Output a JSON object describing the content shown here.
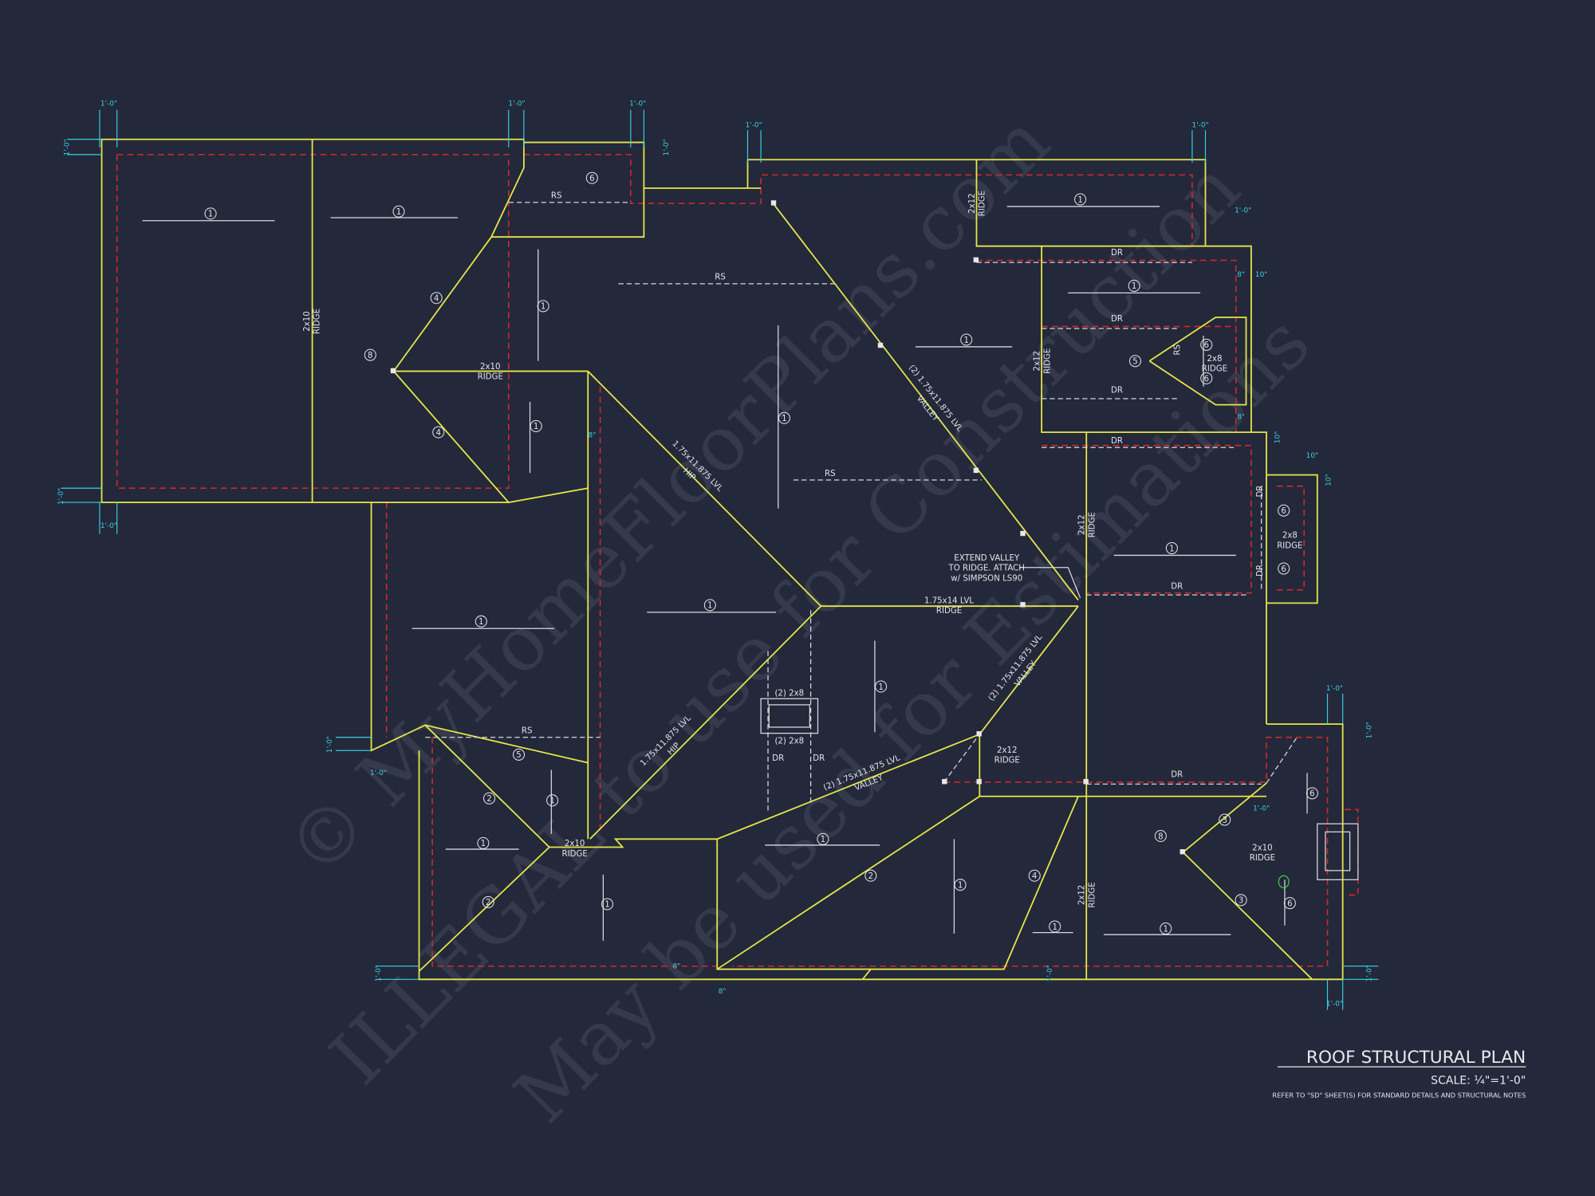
{
  "title": "ROOF STRUCTURAL PLAN",
  "scale": "SCALE: ¼\"=1'-0\"",
  "note": "REFER TO \"SD\" SHEET(S) FOR STANDARD DETAILS AND STRUCTURAL NOTES",
  "watermark": [
    "© MyHomeFloorPlans.com",
    "ILLEGAL to use for Construction",
    "May be used for Estimations"
  ],
  "colors": {
    "background": "#23283a",
    "framing": "#e6e64a",
    "bearing": "#d42a2a",
    "dimension": "#35d4e4"
  },
  "dims": {
    "one_foot": "1'-0\"",
    "eight": "8\"",
    "ten": "10\""
  },
  "labels": {
    "rs": "RS",
    "dr": "DR",
    "ridge": "RIDGE",
    "r2x10": "2x10",
    "r2x12": "2x12",
    "r2x8": "2x8",
    "lvl_ridge": "1.75x14 LVL",
    "valley_beam": "(2) 1.75x11.875 LVL",
    "valley": "VALLEY",
    "hip_beam": "1.75x11.875 LVL",
    "hip": "HIP",
    "header": "(2) 2x8",
    "extend_note": [
      "EXTEND VALLEY",
      "TO RIDGE.  ATTACH",
      "w/ SIMPSON LS90"
    ]
  },
  "keys": {
    "k1": "1",
    "k2": "2",
    "k3": "3",
    "k4": "4",
    "k5": "5",
    "k6": "6",
    "k8": "8"
  }
}
